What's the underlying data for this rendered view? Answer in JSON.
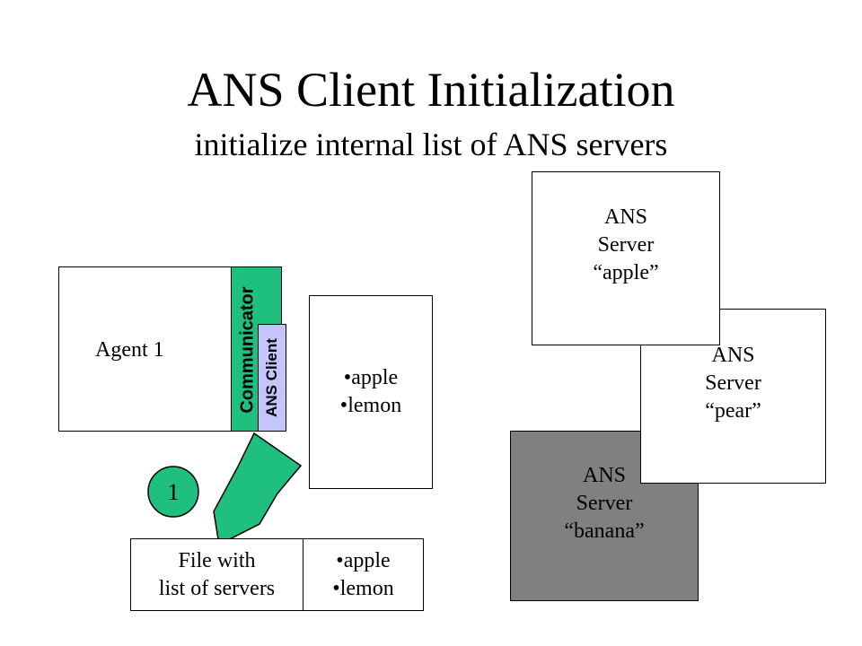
{
  "slide": {
    "title": "ANS Client Initialization",
    "subtitle": "initialize internal list of ANS servers"
  },
  "agent": {
    "label": "Agent 1",
    "communicator_label": "Communicator",
    "ans_client_label": "ANS Client",
    "communicator_color": "#1fbf7f",
    "ans_client_color": "#c4c4ff"
  },
  "internal_list": {
    "items": [
      "apple",
      "lemon"
    ]
  },
  "file": {
    "label_line1": "File with",
    "label_line2": "list of servers",
    "items": [
      "apple",
      "lemon"
    ]
  },
  "step": {
    "number": "1",
    "color": "#1fbf7f"
  },
  "servers": [
    {
      "line1": "ANS",
      "line2": "Server",
      "name": "“apple”",
      "fill": "#ffffff"
    },
    {
      "line1": "ANS",
      "line2": "Server",
      "name": "“pear”",
      "fill": "#ffffff"
    },
    {
      "line1": "ANS",
      "line2": "Server",
      "name": "“banana”",
      "fill": "#808080"
    }
  ]
}
